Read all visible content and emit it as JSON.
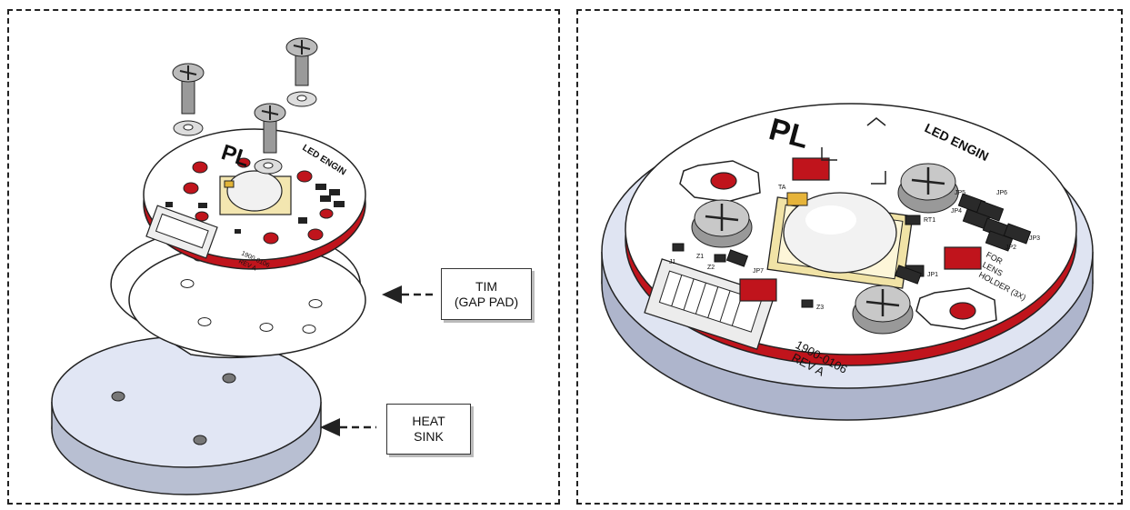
{
  "left_panel": {
    "callouts": {
      "tim": {
        "line1": "TIM",
        "line2": "(GAP PAD)"
      },
      "heat_sink": {
        "line1": "HEAT",
        "line2": "SINK"
      }
    },
    "pcb_labels": {
      "brand": "LED ENGIN",
      "logo": "PL",
      "part": "1900-0106",
      "rev": "REV A"
    }
  },
  "right_panel": {
    "pcb_labels": {
      "brand": "LED ENGIN",
      "logo": "PL",
      "part": "1900-0106",
      "rev": "REV A",
      "holder_note_1": "FOR",
      "holder_note_2": "LENS",
      "holder_note_3": "HOLDER (3X)",
      "refs": [
        "TA",
        "RT1",
        "JP1",
        "JP2",
        "JP3",
        "JP4",
        "JP5",
        "JP6",
        "JP7",
        "J1",
        "Z1",
        "Z2",
        "Z3"
      ]
    }
  },
  "colors": {
    "pcb_red": "#c0141c",
    "heatsink": "#dfe4f2",
    "outline": "#222222"
  }
}
